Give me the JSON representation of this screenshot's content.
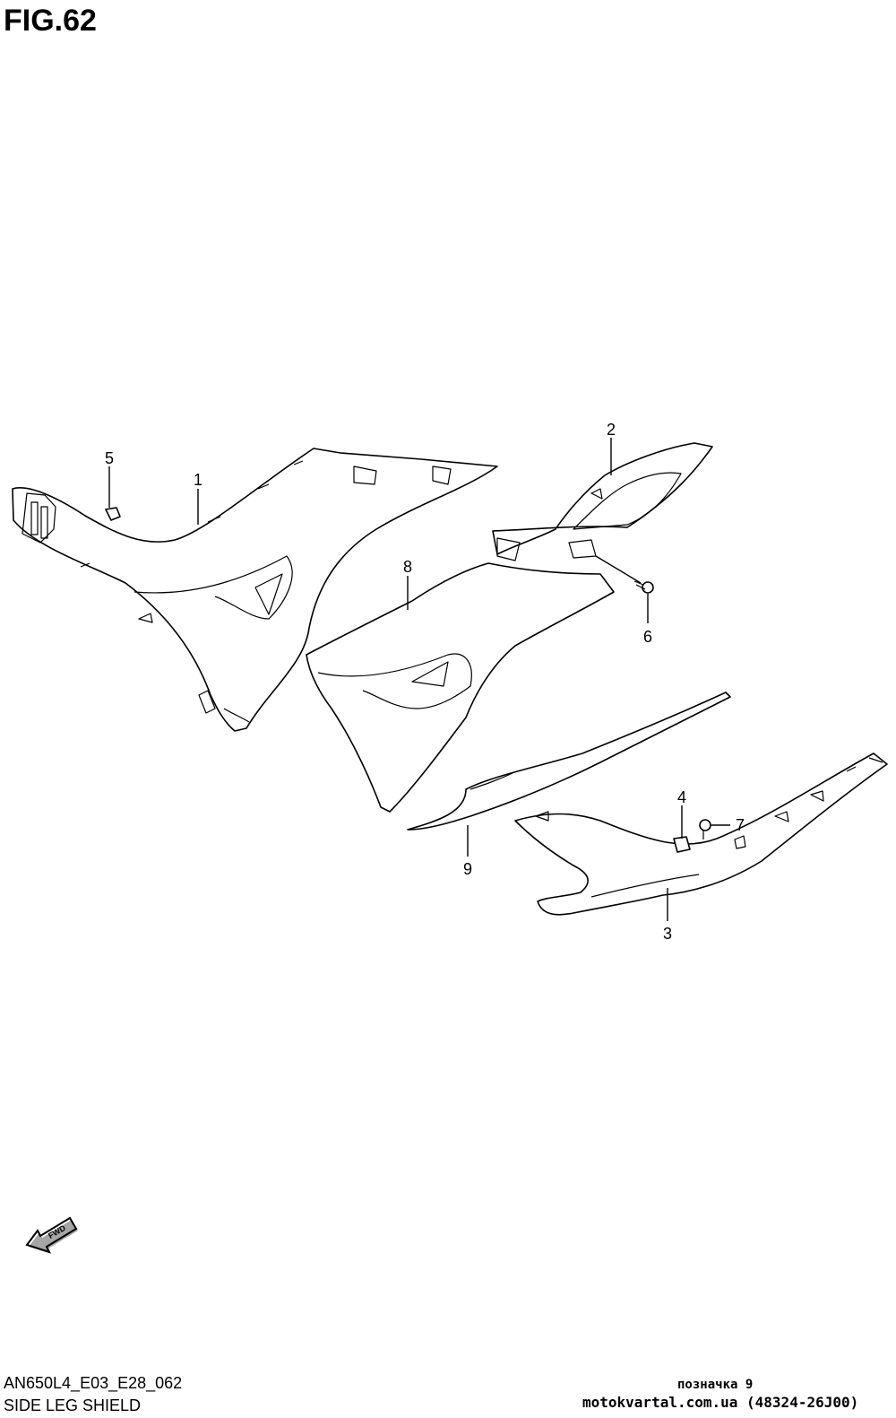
{
  "figure": {
    "title": "FIG.62",
    "code": "AN650L4_E03_E28_062",
    "name": "SIDE LEG SHIELD"
  },
  "callouts": [
    "1",
    "2",
    "3",
    "4",
    "5",
    "6",
    "7",
    "8",
    "9"
  ],
  "fwd_label": "FWD",
  "watermark": {
    "line1": "позначка 9",
    "line2": "motokvartal.com.ua (48324-26J00)"
  }
}
